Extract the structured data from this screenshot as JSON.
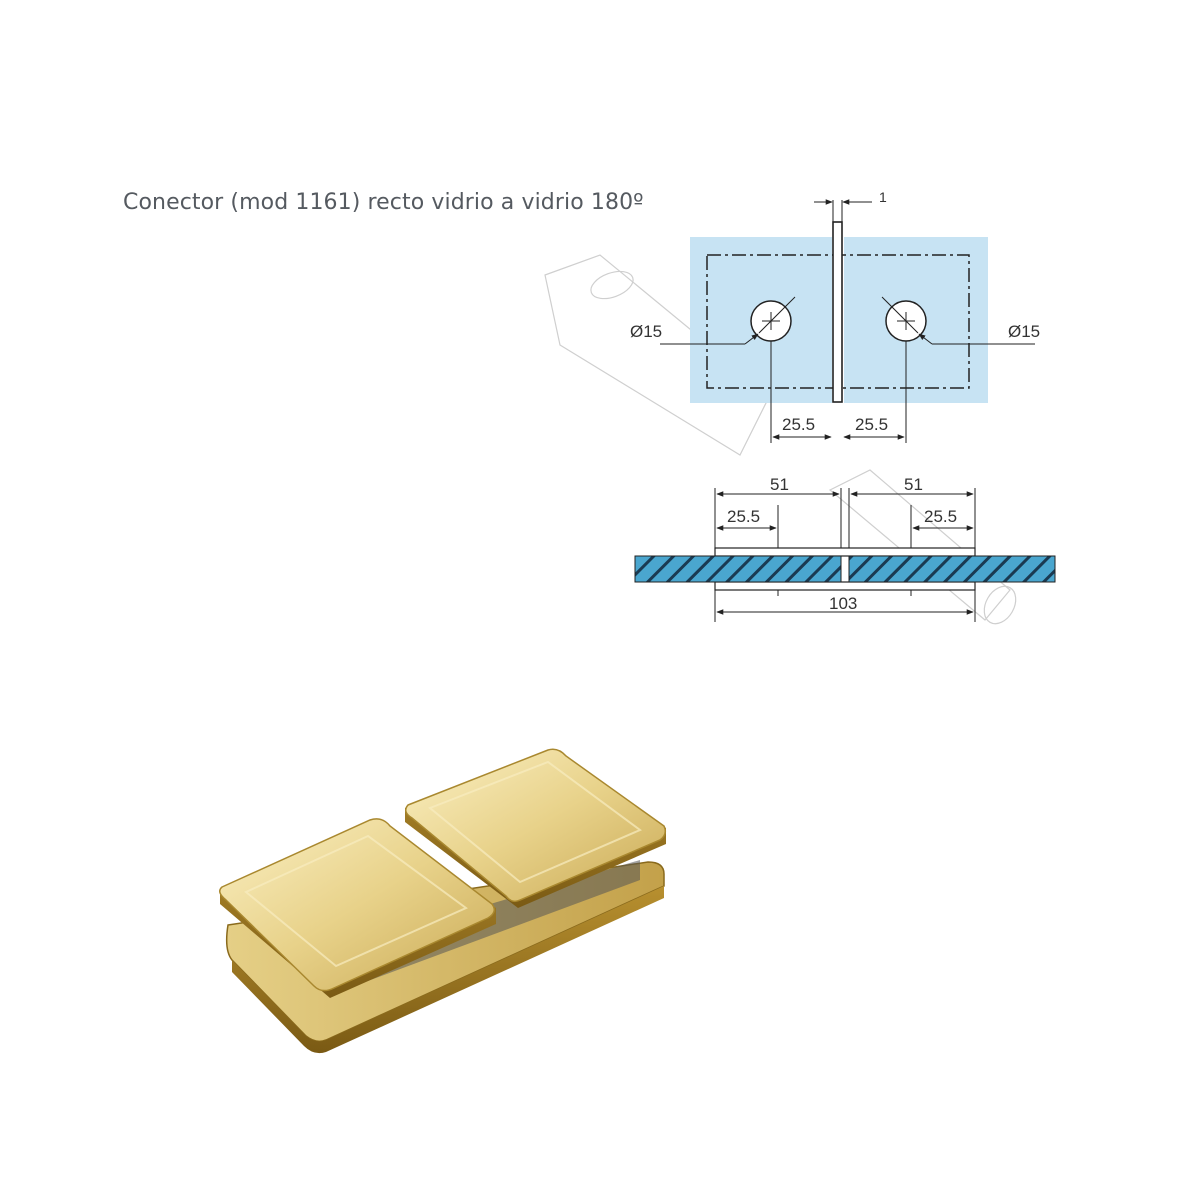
{
  "title": "Conector (mod 1161) recto vidrio a vidrio 180º",
  "top_view": {
    "gap_label": "1",
    "hole_left_label": "Ø15",
    "hole_right_label": "Ø15",
    "offset_left_label": "25.5",
    "offset_right_label": "25.5"
  },
  "section_view": {
    "width_left_label": "51",
    "width_right_label": "51",
    "hole_left_label": "25.5",
    "hole_right_label": "25.5",
    "total_label": "103"
  },
  "colors": {
    "glass_blue": "#c7e3f3",
    "hatch_blue": "#4aa6cf",
    "line": "#222222",
    "gold_light": "#f1e2a8",
    "gold_mid": "#d9bf6e",
    "gold_dark": "#8a6a1c"
  }
}
